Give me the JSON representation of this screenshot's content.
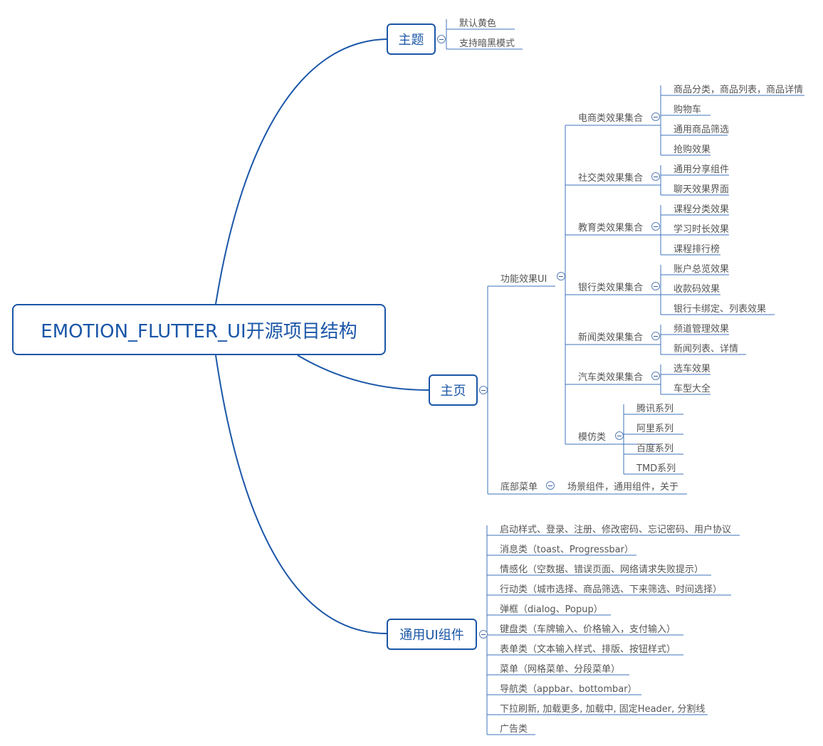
{
  "root": "EMOTION_FLUTTER_UI开源项目结构",
  "theme": {
    "label": "主题",
    "items": [
      "默认黄色",
      "支持暗黑模式"
    ]
  },
  "home": {
    "label": "主页",
    "func": {
      "label": "功能效果UI",
      "groups": [
        {
          "label": "电商类效果集合",
          "items": [
            "商品分类，商品列表，商品详情",
            "购物车",
            "通用商品筛选",
            "抢购效果"
          ]
        },
        {
          "label": "社交类效果集合",
          "items": [
            "通用分享组件",
            "聊天效果界面"
          ]
        },
        {
          "label": "教育类效果集合",
          "items": [
            "课程分类效果",
            "学习时长效果",
            "课程排行榜"
          ]
        },
        {
          "label": "银行类效果集合",
          "items": [
            "账户总览效果",
            "收款码效果",
            "银行卡绑定、列表效果"
          ]
        },
        {
          "label": "新闻类效果集合",
          "items": [
            "频道管理效果",
            "新闻列表、详情"
          ]
        },
        {
          "label": "汽车类效果集合",
          "items": [
            "选车效果",
            "车型大全"
          ]
        },
        {
          "label": "模仿类",
          "items": [
            "腾讯系列",
            "阿里系列",
            "百度系列",
            "TMD系列"
          ]
        }
      ]
    },
    "bottom": {
      "label": "底部菜单",
      "items": [
        "场景组件，通用组件，关于"
      ]
    }
  },
  "common": {
    "label": "通用UI组件",
    "items": [
      "启动样式、登录、注册、修改密码、忘记密码、用户协议",
      "消息类（toast、Progressbar）",
      "情感化（空数据、错误页面、网络请求失败提示）",
      "行动类（城市选择、商品筛选、下来筛选、时间选择）",
      "弹框（dialog、Popup）",
      "键盘类（车牌输入、价格输入，支付输入）",
      "表单类（文本输入样式、排版、按钮样式）",
      "菜单（网格菜单、分段菜单）",
      "导航类（appbar、bottombar）",
      "下拉刷新, 加载更多, 加载中, 固定Header, 分割线",
      "广告类"
    ]
  }
}
